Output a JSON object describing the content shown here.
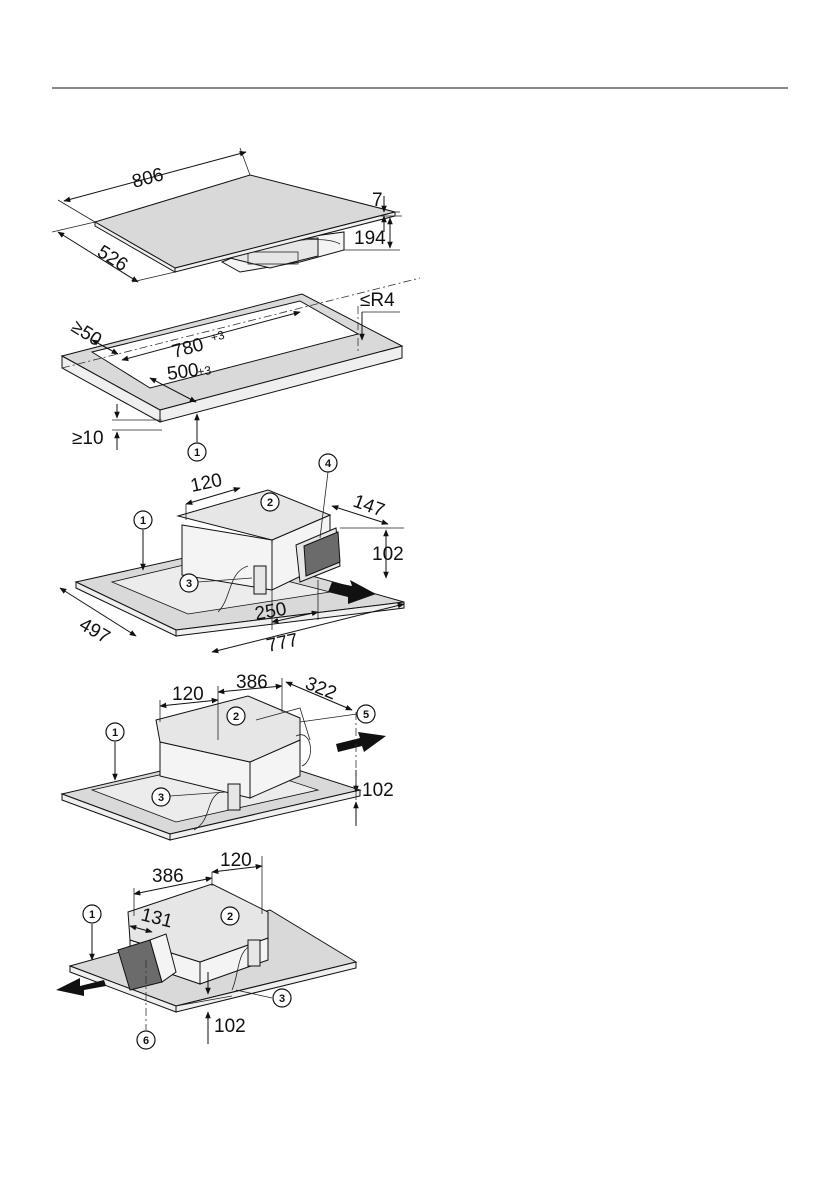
{
  "figure_1": {
    "width_label": "806",
    "depth_label": "526",
    "thickness_label": "7",
    "height_label": "194"
  },
  "figure_2": {
    "margin_label": "≥50",
    "cutout_width_label": "780",
    "cutout_width_tolerance": "+3",
    "cutout_depth_label": "500",
    "cutout_depth_tolerance": "+3",
    "radius_label": "≤R4",
    "thickness_label": "≥10",
    "callout": "1"
  },
  "figure_3": {
    "box_width_label": "120",
    "box_side_label": "147",
    "box_height_label": "102",
    "depth_label": "497",
    "width_label": "777",
    "offset_label": "250",
    "callouts": [
      "1",
      "2",
      "3",
      "4"
    ]
  },
  "figure_4": {
    "box_width_label": "120",
    "box_length_label": "386",
    "side_label": "322",
    "height_label": "102",
    "callouts": [
      "1",
      "2",
      "3",
      "5"
    ]
  },
  "figure_5": {
    "box_length_label": "386",
    "box_width_label": "120",
    "side_label": "131",
    "height_label": "102",
    "callouts": [
      "1",
      "2",
      "3",
      "6"
    ]
  }
}
